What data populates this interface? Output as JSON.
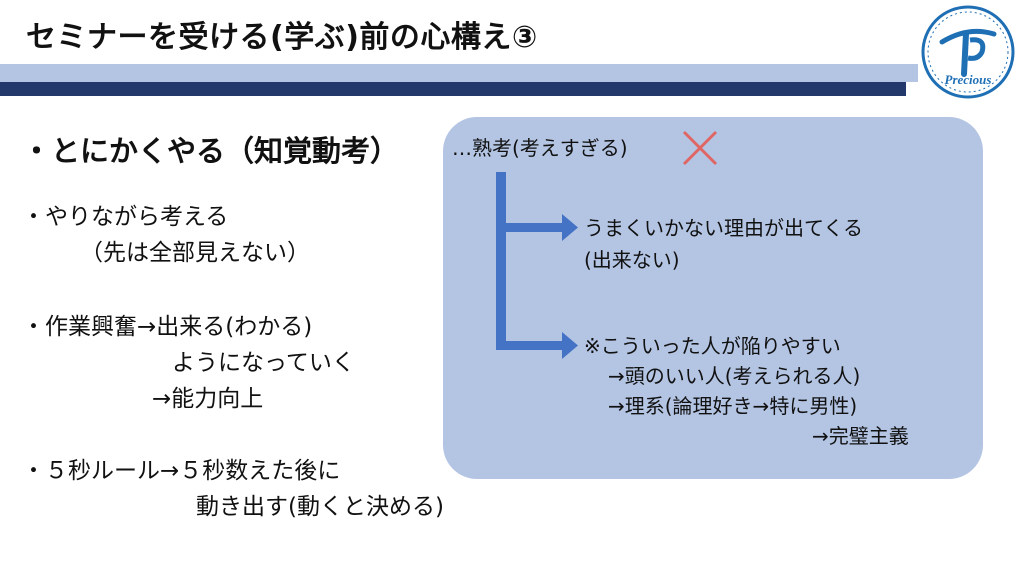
{
  "slide": {
    "title": "セミナーを受ける(学ぶ)前の心構え③",
    "logo_text": "Precious",
    "heading": "・とにかくやる（知覚動考）",
    "left": {
      "item1_line1": "・やりながら考える",
      "item1_line2": "（先は全部見えない）",
      "item2_line1": "・作業興奮→出来る(わかる)",
      "item2_line2": "ようになっていく",
      "item2_line3": "→能力向上",
      "item3_line1": "・５秒ルール→５秒数えた後に",
      "item3_line2": "動き出す(動くと決める)"
    },
    "panel": {
      "top_line": "…熟考(考えすぎる)",
      "branch1_line1": "うまくいかない理由が出てくる",
      "branch1_line2": "(出来ない)",
      "branch2_line1": "※こういった人が陥りやすい",
      "branch2_line2": "→頭のいい人(考えられる人)",
      "branch2_line3": "→理系(論理好き→特に男性)",
      "branch2_line4": "→完璧主義"
    }
  },
  "colors": {
    "band_light": "#b4c5e4",
    "band_dark": "#23386b",
    "panel": "#b4c5e4",
    "arrow": "#4472c4",
    "cross": "#e06666",
    "logo_blue": "#1f6fb5"
  }
}
